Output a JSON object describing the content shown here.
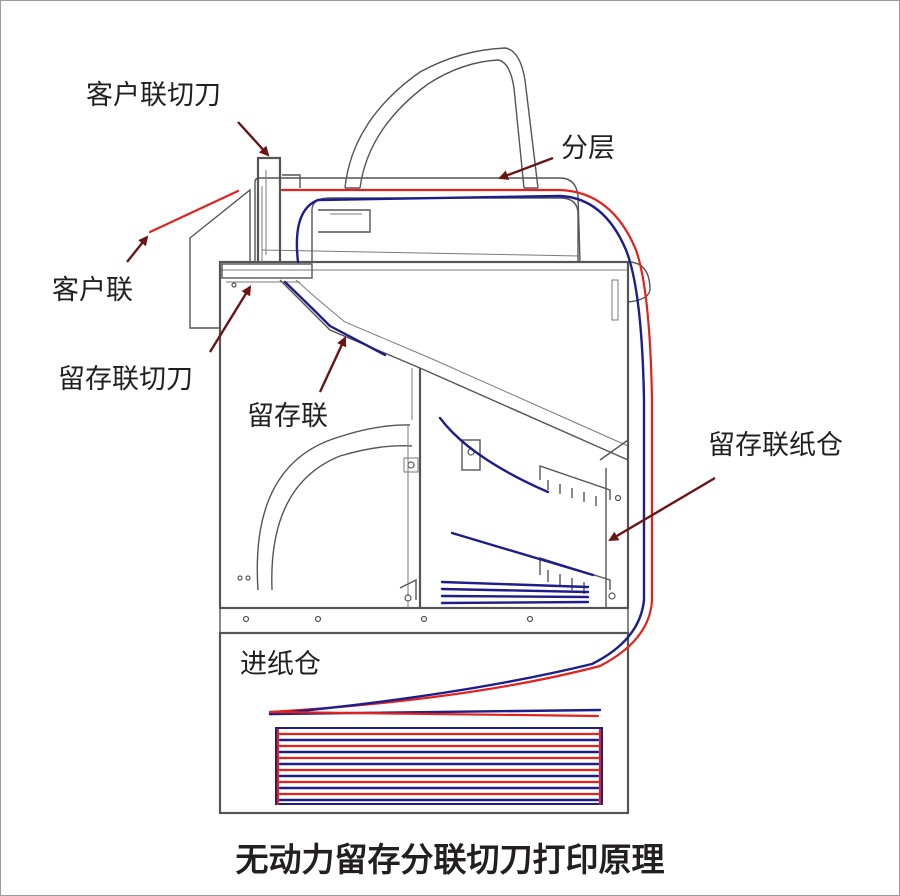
{
  "labels": {
    "customer_cutter": "客户联切刀",
    "layering": "分层",
    "customer_copy": "客户联",
    "retained_cutter": "留存联切刀",
    "retained_copy": "留存联",
    "retained_bin": "留存联纸仓",
    "paper_feed_bin": "进纸仓"
  },
  "caption": "无动力留存分联切刀打印原理",
  "colors": {
    "upper_ply": "#e0231e",
    "lower_ply": "#1d1e8c",
    "pointer_arrow": "#6b1414",
    "machine_outline": "#555555"
  }
}
